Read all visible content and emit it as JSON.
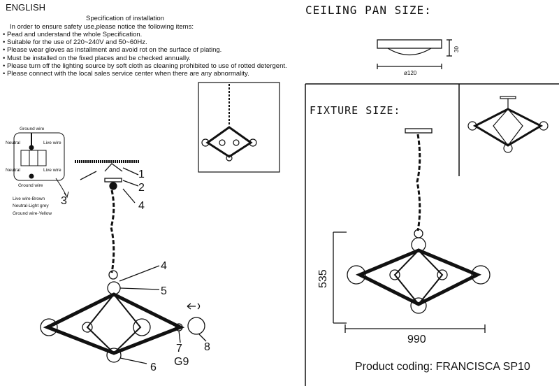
{
  "header": {
    "language": "ENGLISH",
    "title": "Specification of installation",
    "intro": "In order to ensure safety use,please notice the following items:"
  },
  "items": [
    "Pead and understand the whole Specification.",
    "Suitable for the use of 220~240V and 50~60Hz.",
    "Please wear gloves as installment and avoid rot on the surface of plating.",
    "Must be installed on the fixed places and be checked annually.",
    "Please turn off the lighting source by soft cloth as cleaning prohibited to use of rotted detergent.",
    "Please connect with the local sales service center when there are any abnormality."
  ],
  "wiring": {
    "ground_top": "Ground wire",
    "neutral_top": "Neutral",
    "live_top": "Live wire",
    "neutral_bottom": "Neutral",
    "live_bottom": "Live wire",
    "ground_bottom": "Ground wire",
    "legend": [
      "Live wire-Brown",
      "Neutral-Light grey",
      "Ground wire-Yellow"
    ]
  },
  "parts": {
    "p1": "1",
    "p2": "2",
    "p3": "3",
    "p4a": "4",
    "p4b": "4",
    "p5": "5",
    "p6": "6",
    "p7": "7",
    "p8": "8",
    "bulb": "G9"
  },
  "ceiling": {
    "title": "CEILING PAN SIZE:",
    "diameter": "ø120",
    "height": "30"
  },
  "fixture": {
    "title": "FIXTURE SIZE:",
    "height": "535",
    "width": "990"
  },
  "product": "Product coding: FRANCISCA SP10"
}
